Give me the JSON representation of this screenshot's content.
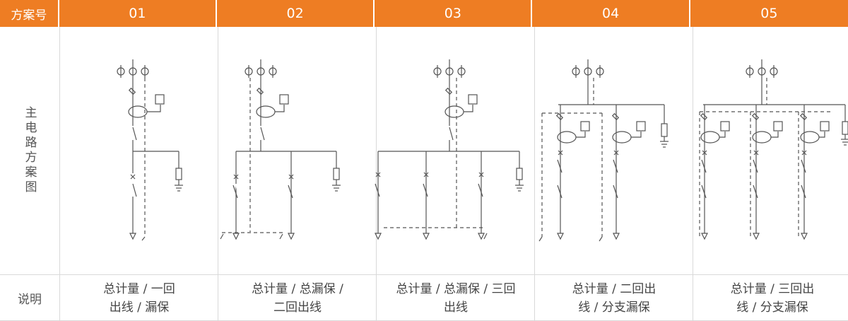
{
  "header": {
    "scheme_no_label": "方案号",
    "plans": [
      "01",
      "02",
      "03",
      "04",
      "05"
    ]
  },
  "rows": {
    "main_circuit_label": "主电路方案图",
    "description_label": "说明"
  },
  "descriptions": [
    {
      "line1": "总计量 / 一回",
      "line2": "出线 / 漏保"
    },
    {
      "line1": "总计量 / 总漏保 /",
      "line2": "二回出线"
    },
    {
      "line1": "总计量 / 总漏保 / 三回",
      "line2": "出线"
    },
    {
      "line1": "总计量 / 二回出",
      "line2": "线 / 分支漏保"
    },
    {
      "line1": "总计量 / 三回出",
      "line2": "线 / 分支漏保"
    }
  ],
  "colors": {
    "header_bg": "#ee7d23",
    "header_text": "#ffffff",
    "grid": "#d9d9d9",
    "line": "#555555"
  }
}
